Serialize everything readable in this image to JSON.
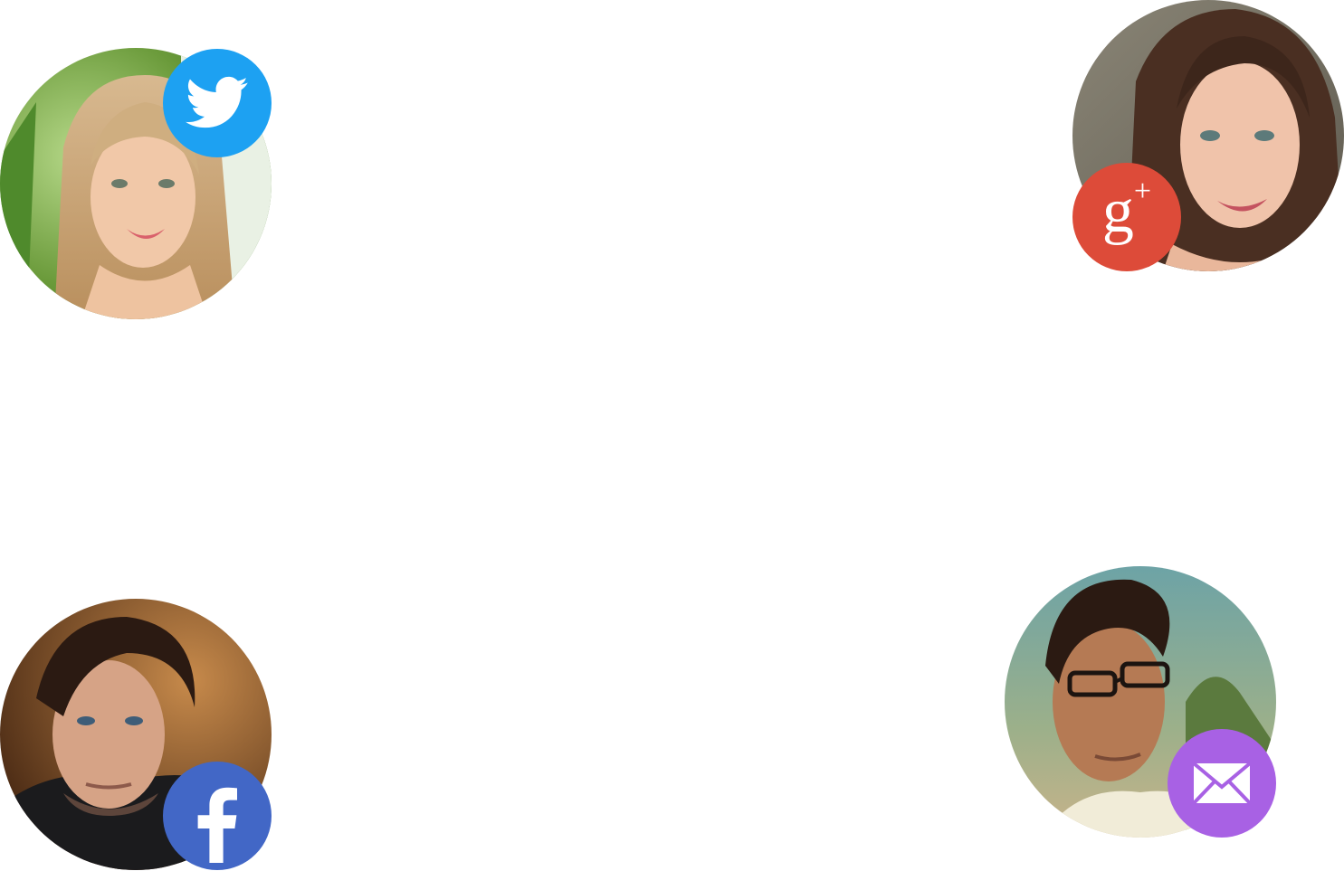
{
  "contacts": [
    {
      "id": "twitter-contact",
      "network": "twitter",
      "icon": "twitter-bird-icon",
      "badge_color": "#1da1f2"
    },
    {
      "id": "google-plus-contact",
      "network": "google-plus",
      "icon": "google-plus-icon",
      "badge_color": "#dd4b39",
      "badge_text": "g",
      "badge_text_sup": "+"
    },
    {
      "id": "facebook-contact",
      "network": "facebook",
      "icon": "facebook-f-icon",
      "badge_color": "#4267c6"
    },
    {
      "id": "mail-contact",
      "network": "email",
      "icon": "envelope-icon",
      "badge_color": "#a861e4"
    }
  ]
}
